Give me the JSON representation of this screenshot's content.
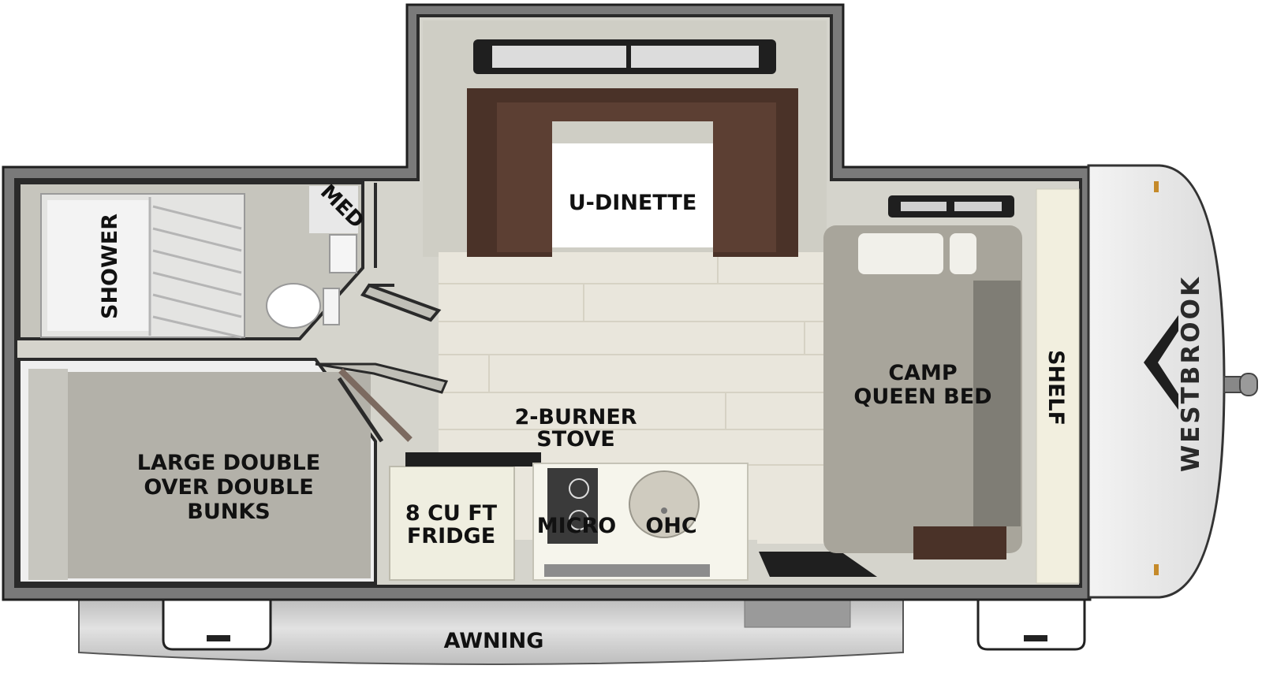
{
  "labels": {
    "u_dinette": "U-DINETTE",
    "med": "MED",
    "shower": "SHOWER",
    "camp_queen_bed_1": "CAMP",
    "camp_queen_bed_2": "QUEEN BED",
    "shelf": "SHELF",
    "stove_1": "2-BURNER",
    "stove_2": "STOVE",
    "bunks_1": "LARGE DOUBLE",
    "bunks_2": "OVER DOUBLE",
    "bunks_3": "BUNKS",
    "fridge_1": "8 CU FT",
    "fridge_2": "FRIDGE",
    "micro": "MICRO",
    "ohc": "OHC",
    "awning": "AWNING"
  },
  "brand": "WESTBROOK",
  "colors": {
    "wall": "#2b2b2b",
    "floor_gray": "#c9c8c0",
    "wood_floor": "#e7e3d8",
    "bed_fabric": "#a8a59b",
    "dinette_brown": "#4a3228",
    "counter": "#f2f0e4",
    "awning": "#c9c9c9"
  }
}
